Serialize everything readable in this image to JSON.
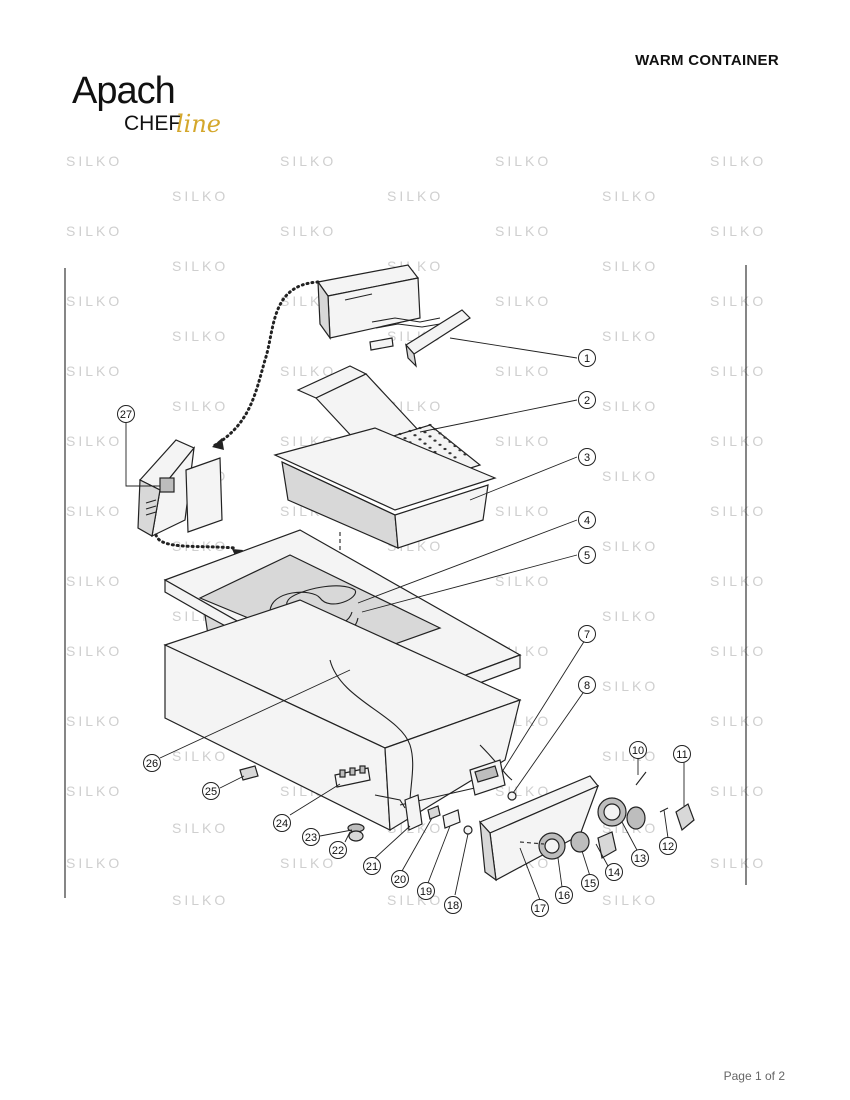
{
  "document": {
    "brand_main": "Apach",
    "brand_sub": "CHEF",
    "brand_line": "line",
    "title": "WARM CONTAINER",
    "page_label": "Page 1 of 2",
    "watermark_text": "SILKO"
  },
  "callouts": [
    "1",
    "2",
    "3",
    "4",
    "5",
    "7",
    "8",
    "10",
    "11",
    "12",
    "13",
    "14",
    "15",
    "16",
    "17",
    "18",
    "19",
    "20",
    "21",
    "22",
    "23",
    "24",
    "25",
    "26",
    "27"
  ],
  "colors": {
    "text": "#111111",
    "accent": "#d4a72c",
    "watermark": "#cfcfcf",
    "line": "#222222"
  }
}
